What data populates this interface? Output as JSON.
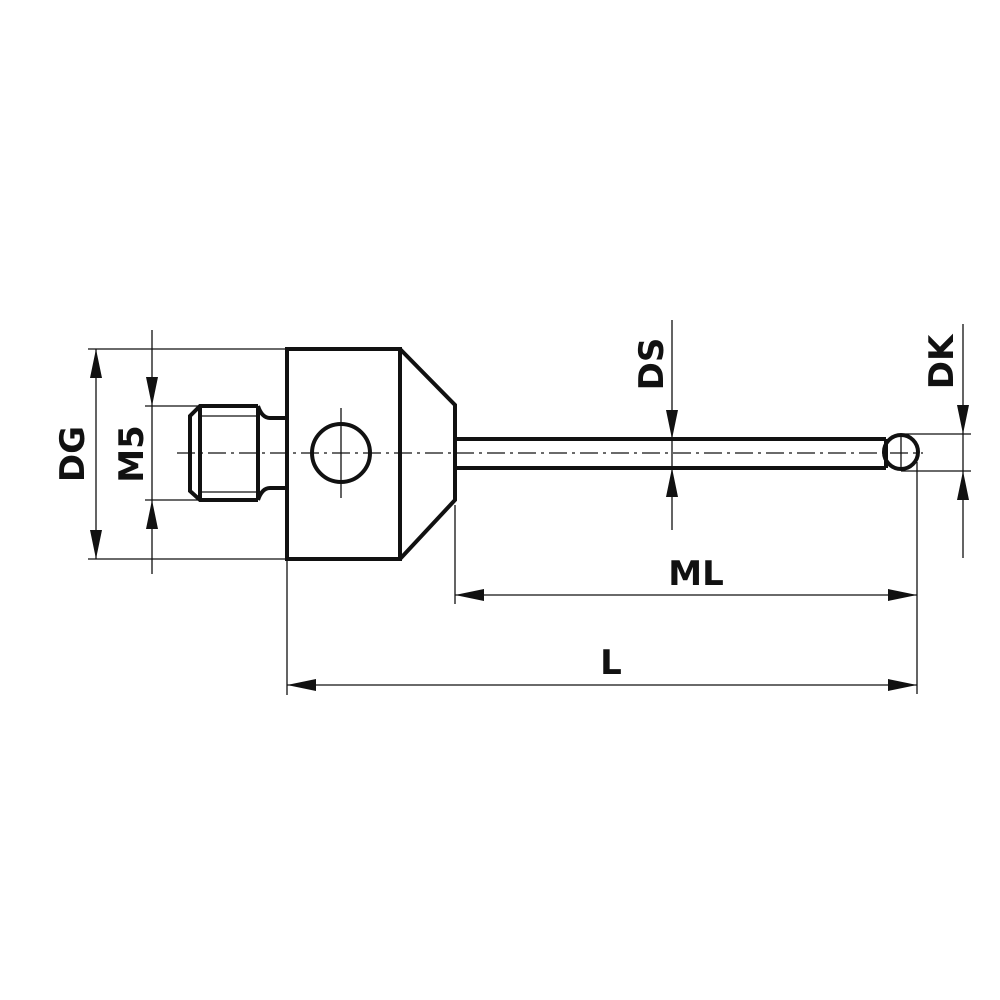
{
  "drawing": {
    "subject": "stylus probe technical drawing",
    "background": "#ffffff",
    "line_color": "#111111"
  },
  "dimensions": {
    "dg": "DG",
    "m5": "M5",
    "ds": "DS",
    "dk": "DK",
    "ml": "ML",
    "l": "L"
  }
}
